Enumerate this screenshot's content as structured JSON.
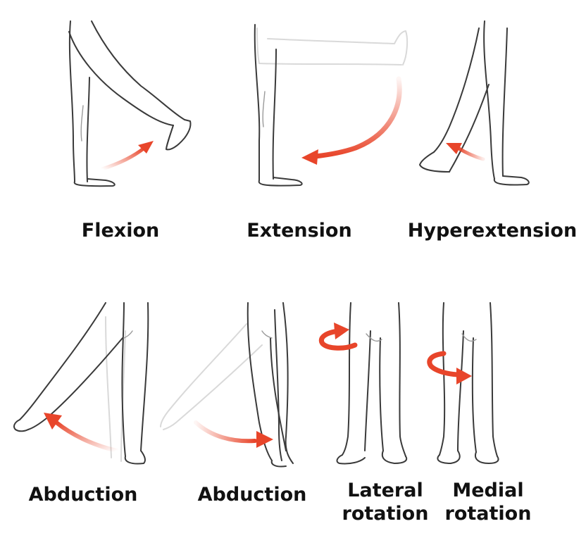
{
  "labels": {
    "flexion": "Flexion",
    "extension": "Extension",
    "hyperextension": "Hyperextension",
    "abduction_1": "Abduction",
    "abduction_2": "Abduction",
    "lateral_line1": "Lateral",
    "lateral_line2": "rotation",
    "medial_line1": "Medial",
    "medial_line2": "rotation"
  },
  "colors": {
    "arrow": "#e8452a",
    "arrow_light": "#f7b9a8",
    "line": "#3a3a3a",
    "ghost": "#d9d9d9",
    "text": "#111111"
  }
}
